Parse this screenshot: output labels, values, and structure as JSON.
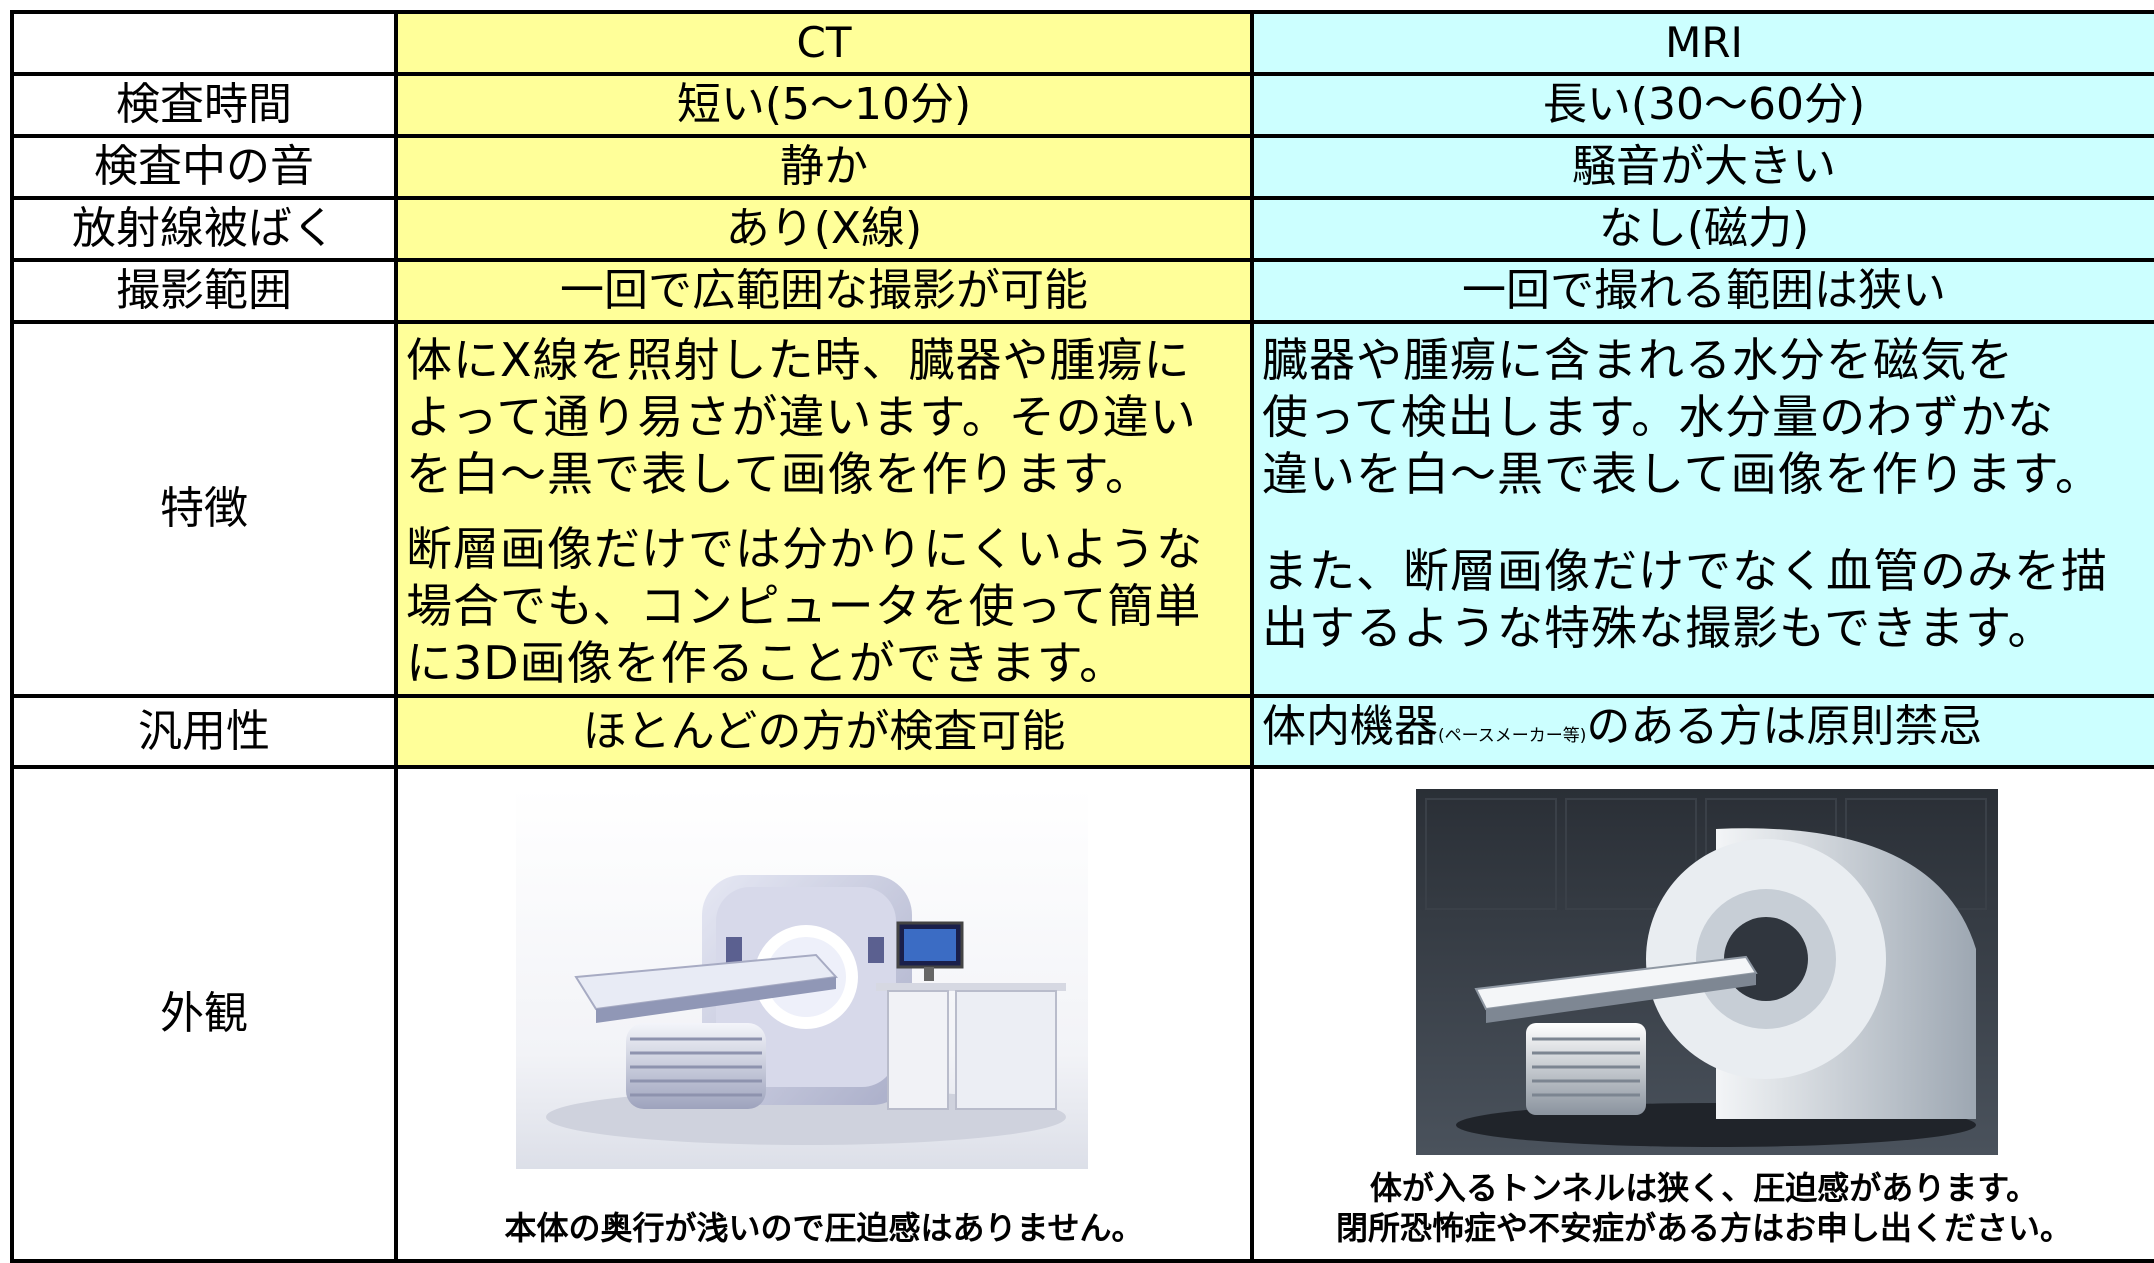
{
  "header": {
    "ct": "CT",
    "mri": "MRI"
  },
  "rows": [
    {
      "label": "検査時間",
      "ct": "短い(5～10分)",
      "mri": "長い(30～60分)"
    },
    {
      "label": "検査中の音",
      "ct": "静か",
      "mri": "騒音が大きい"
    },
    {
      "label": "放射線被ばく",
      "ct": "あり(X線)",
      "mri": "なし(磁力)"
    },
    {
      "label": "撮影範囲",
      "ct": "一回で広範囲な撮影が可能",
      "mri": "一回で撮れる範囲は狭い"
    }
  ],
  "features": {
    "label": "特徴",
    "ct_lines_1": [
      "体にX線を照射した時、臓器や腫瘍に",
      "よって通り易さが違います。その違い",
      "を白～黒で表して画像を作ります。"
    ],
    "ct_lines_2": [
      "断層画像だけでは分かりにくいような",
      "場合でも、コンピュータを使って簡単",
      "に3D画像を作ることができます。"
    ],
    "mri_lines_1": [
      "臓器や腫瘍に含まれる水分を磁気を",
      "使って検出します。水分量のわずかな",
      "違いを白～黒で表して画像を作ります。"
    ],
    "mri_lines_2": [
      "また、断層画像だけでなく血管のみを描",
      "出するような特殊な撮影もできます。"
    ]
  },
  "versatility": {
    "label": "汎用性",
    "ct": "ほとんどの方が検査可能",
    "mri_main": "体内機器",
    "mri_small": "(ペースメーカー等)",
    "mri_tail": "のある方は原則禁忌"
  },
  "appearance": {
    "label": "外観",
    "ct_caption": "本体の奥行が浅いので圧迫感はありません。",
    "mri_caption_1": "体が入るトンネルは狭く、圧迫感があります。",
    "mri_caption_2": "閉所恐怖症や不安症がある方はお申し出ください。"
  }
}
